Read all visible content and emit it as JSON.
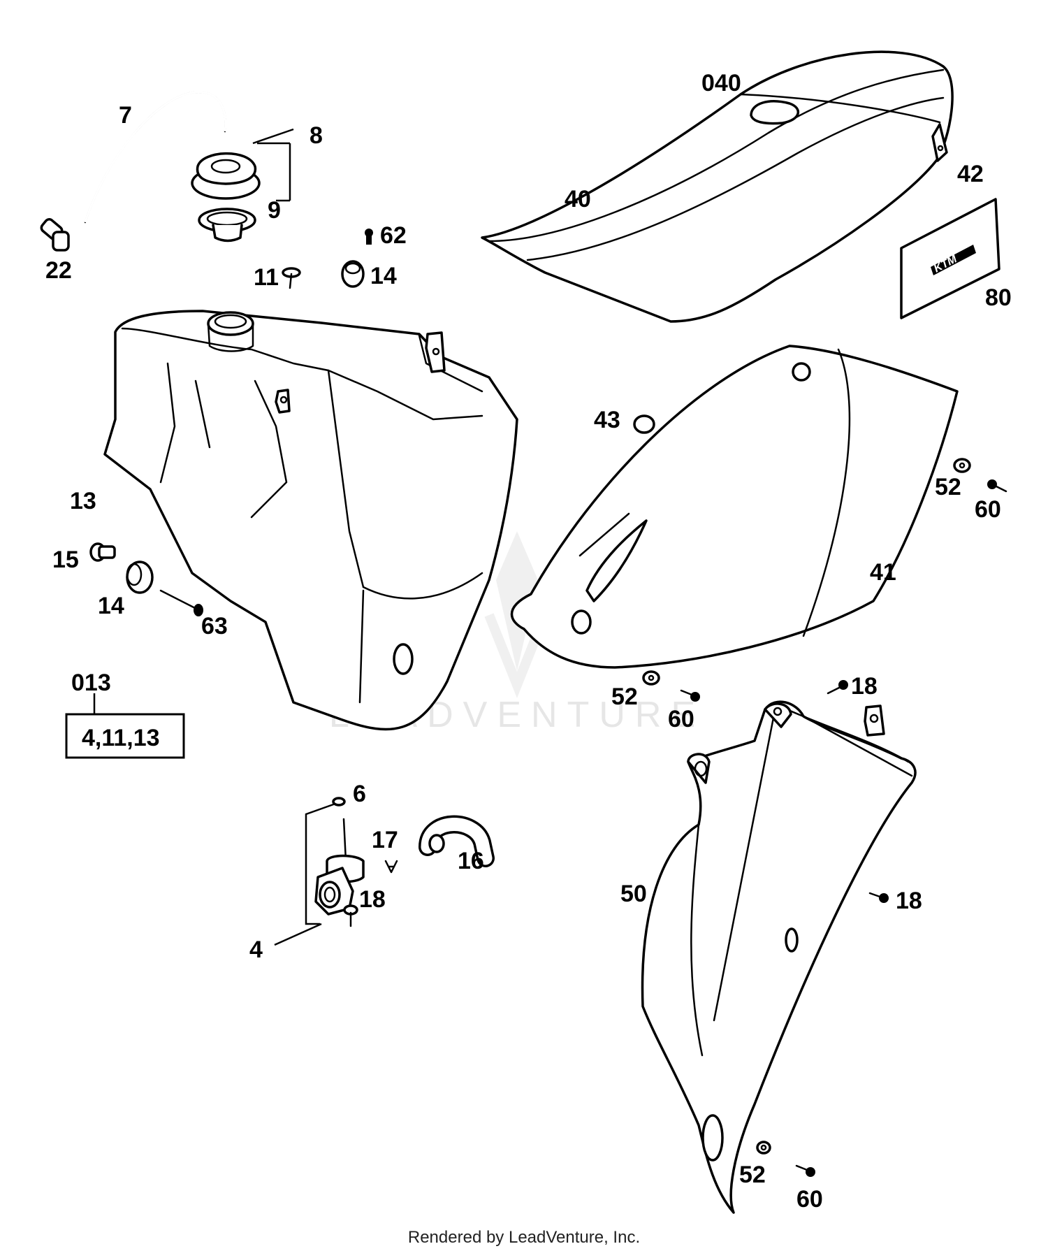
{
  "watermark": "LEADVENTURE",
  "footer": "Rendered by LeadVenture, Inc.",
  "callouts": {
    "c7": "7",
    "c8": "8",
    "c9": "9",
    "c22": "22",
    "c62": "62",
    "c11": "11",
    "c14a": "14",
    "c040": "040",
    "c40": "40",
    "c42": "42",
    "c80": "80",
    "c13": "13",
    "c15": "15",
    "c14b": "14",
    "c63": "63",
    "c43": "43",
    "c52a": "52",
    "c60a": "60",
    "c41": "41",
    "c52b": "52",
    "c60b": "60",
    "c013": "013",
    "kit013": "4,11,13",
    "c18a": "18",
    "c6": "6",
    "c17": "17",
    "c16": "16",
    "c18b": "18",
    "c4": "4",
    "c50": "50",
    "c18c": "18",
    "c52c": "52",
    "c60c": "60"
  }
}
